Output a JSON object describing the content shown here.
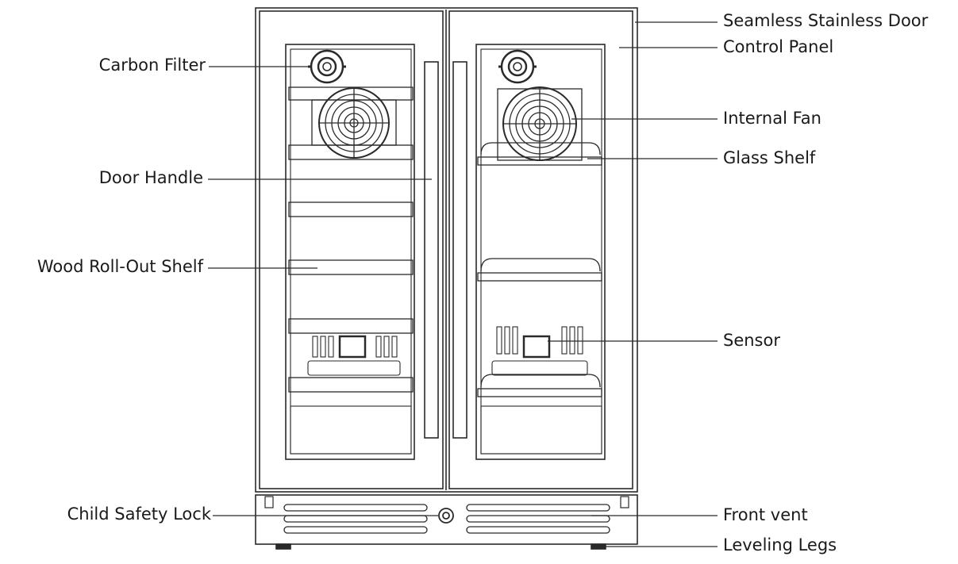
{
  "labels": {
    "left": {
      "carbon_filter": "Carbon Filter",
      "door_handle": "Door Handle",
      "wood_shelf": "Wood Roll-Out Shelf",
      "child_lock": "Child Safety Lock"
    },
    "right": {
      "seamless_door": "Seamless Stainless Door",
      "control_panel": "Control  Panel",
      "internal_fan": "Internal Fan",
      "glass_shelf": "Glass Shelf",
      "sensor": "Sensor",
      "front_vent": "Front vent",
      "leveling_legs": "Leveling Legs"
    }
  },
  "colors": {
    "line": "#2a2a2a",
    "fill": "#ffffff",
    "shade": "#e8e8e8"
  }
}
